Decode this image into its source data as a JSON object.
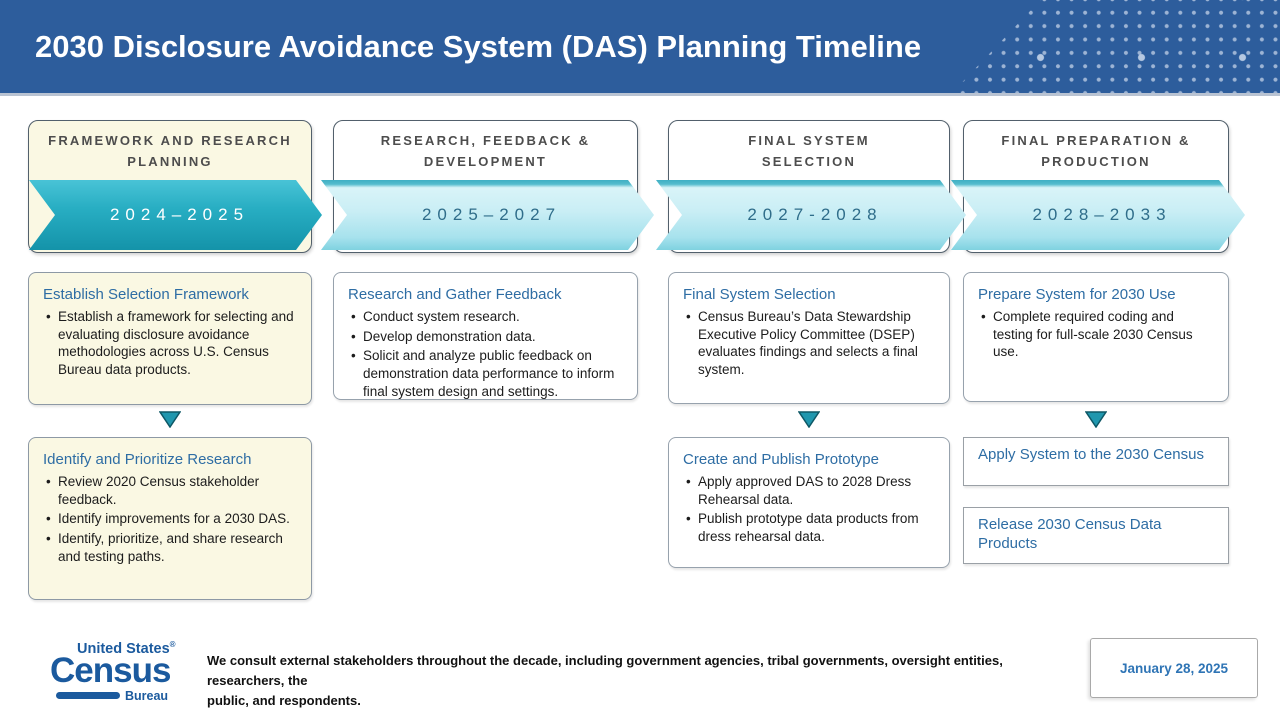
{
  "title": "2030 Disclosure Avoidance System (DAS) Planning Timeline",
  "colors": {
    "header_blue": "#2d5d9c",
    "accent_teal": "#1b9ab0",
    "cream_box": "#faf8e3",
    "heading_blue": "#2e6da4",
    "date_blue": "#2e74b5"
  },
  "columns": [
    {
      "phase": "FRAMEWORK AND RESEARCH\nPLANNING",
      "years": "2024–2025",
      "boxes": [
        {
          "heading": "Establish Selection Framework",
          "bullets": [
            "Establish a framework for selecting and evaluating disclosure avoidance methodologies across U.S. Census Bureau data products."
          ]
        },
        {
          "heading": "Identify and Prioritize Research",
          "bullets": [
            "Review 2020 Census stakeholder feedback.",
            "Identify improvements for a 2030 DAS.",
            "Identify, prioritize, and share research and testing paths."
          ]
        }
      ]
    },
    {
      "phase": "RESEARCH, FEEDBACK &\nDEVELOPMENT",
      "years": "2025–2027",
      "boxes": [
        {
          "heading": "Research and Gather Feedback",
          "bullets": [
            "Conduct system research.",
            "Develop demonstration data.",
            "Solicit and analyze public feedback on demonstration data performance to inform final system design and settings."
          ]
        }
      ]
    },
    {
      "phase": "FINAL SYSTEM\nSELECTION",
      "years": "2027-2028",
      "boxes": [
        {
          "heading": "Final System Selection",
          "bullets": [
            "Census Bureau’s Data Stewardship Executive Policy Committee (DSEP) evaluates findings and selects a final system."
          ]
        },
        {
          "heading": "Create and Publish Prototype",
          "bullets": [
            "Apply approved DAS to 2028 Dress Rehearsal data.",
            "Publish prototype data products from dress rehearsal data."
          ]
        }
      ]
    },
    {
      "phase": "FINAL PREPARATION &\nPRODUCTION",
      "years": "2028–2033",
      "boxes": [
        {
          "heading": "Prepare System for 2030 Use",
          "bullets": [
            "Complete required coding and testing for full-scale 2030 Census use."
          ]
        },
        {
          "heading": "Apply System to the 2030 Census",
          "bullets": []
        },
        {
          "heading": "Release 2030 Census Data Products",
          "bullets": []
        }
      ]
    }
  ],
  "footer": {
    "note": "We consult external stakeholders throughout the decade, including government agencies, tribal governments, oversight entities, researchers, the\npublic, and respondents.",
    "date": "January 28, 2025",
    "logo": {
      "top": "United States",
      "reg": "®",
      "main": "Census",
      "bottom": "Bureau"
    }
  }
}
